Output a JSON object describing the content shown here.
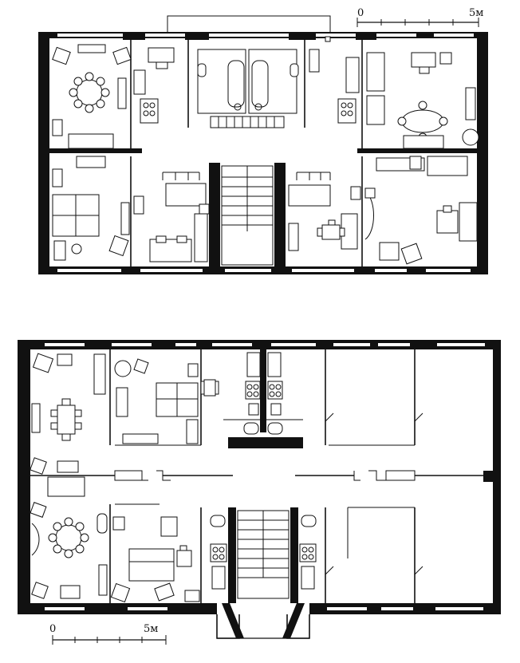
{
  "scale_top": {
    "start": "0",
    "end": "5м"
  },
  "scale_bottom": {
    "start": "0",
    "end": "5м"
  }
}
